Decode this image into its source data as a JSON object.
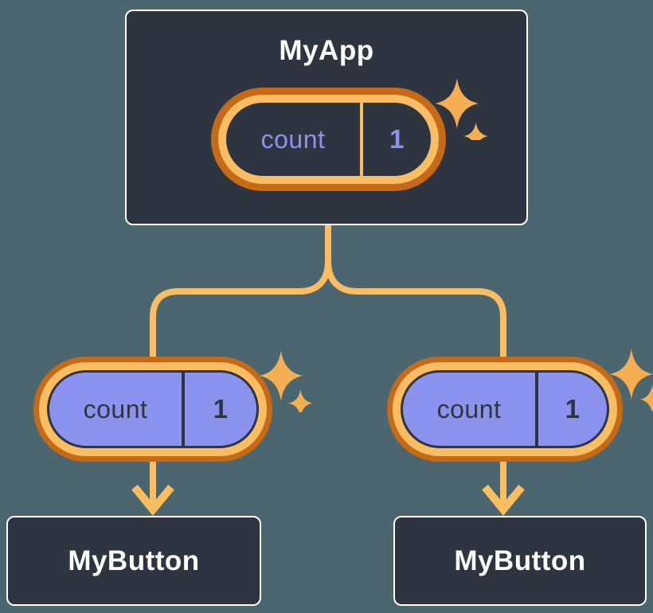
{
  "colors": {
    "background": "#4c6670",
    "card_background": "#2e3540",
    "card_border": "#ffffff",
    "line_orange": "#fabd62",
    "ring_orange_dark": "#c76a15",
    "prop_pill_purple": "#8b93ee",
    "state_text_purple": "#8a94ee",
    "dark_text": "#2e3540",
    "title_text": "#ffffff",
    "sparkle_orange": "#f5af52"
  },
  "diagram": {
    "root": {
      "title": "MyApp",
      "state": {
        "name": "count",
        "value": "1"
      }
    },
    "children": [
      {
        "title": "MyButton",
        "state": {
          "name": "count",
          "value": "1"
        }
      },
      {
        "title": "MyButton",
        "state": {
          "name": "count",
          "value": "1"
        }
      }
    ]
  },
  "icons": {
    "sparkle": "sparkle-icon",
    "arrow": "arrow-down-icon"
  }
}
